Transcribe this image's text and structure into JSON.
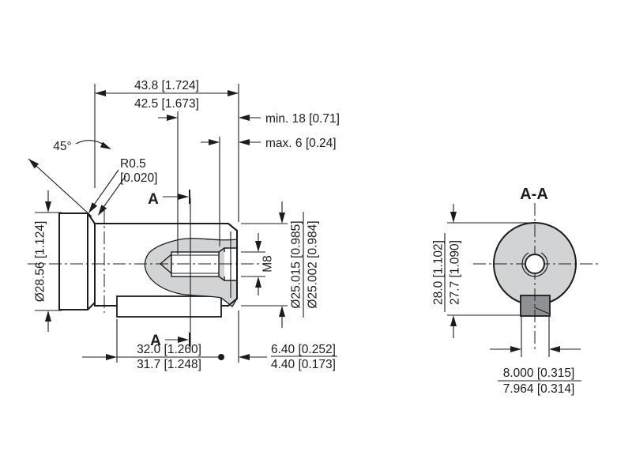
{
  "main_view": {
    "overall_length": {
      "max": "43.8 [1.724]",
      "min": "42.5 [1.673]"
    },
    "thread_depth": "min. 18 [0.71]",
    "pilot_depth": "max. 6 [0.24]",
    "chamfer_angle": "45°",
    "edge_radius": {
      "value": "R0.5",
      "value_in": "[0.020]"
    },
    "collar_diameter": "Ø28.56 [1.124]",
    "thread_size": "M8",
    "shaft_diameter": {
      "max": "Ø25.015 [0.985]",
      "min": "Ø25.002 [0.984]"
    },
    "key_length": {
      "max": "32.0 [1.260]",
      "min": "31.7 [1.248]"
    },
    "key_to_end": {
      "max": "6.40 [0.252]",
      "min": "4.40 [0.173]"
    },
    "section_marker": "A"
  },
  "section_view": {
    "title": "A-A",
    "flat_to_od": {
      "max": "28.0 [1.102]",
      "min": "27.7 [1.090]"
    },
    "key_width": {
      "max": "8.000 [0.315]",
      "min": "7.964 [0.314]"
    }
  },
  "colors": {
    "section_fill": "#d2d3d5",
    "key_fill": "#8e9094",
    "line_color": "#1c1c1c",
    "background": "#ffffff"
  }
}
